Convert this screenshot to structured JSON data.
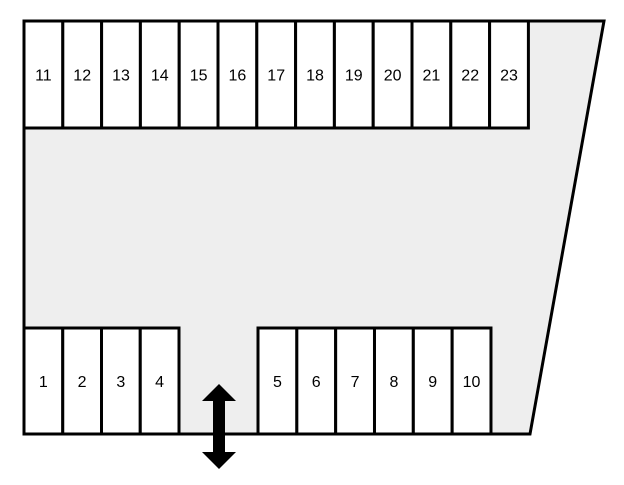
{
  "lot": {
    "fill_color": "#eeeeee",
    "line_color": "#000000",
    "space_color": "#ffffff"
  },
  "rows": {
    "top": [
      "11",
      "12",
      "13",
      "14",
      "15",
      "16",
      "17",
      "18",
      "19",
      "20",
      "21",
      "22",
      "23"
    ],
    "bottom_left": [
      "1",
      "2",
      "3",
      "4"
    ],
    "bottom_right": [
      "5",
      "6",
      "7",
      "8",
      "9",
      "10"
    ]
  },
  "entrance": {
    "icon": "double-arrow-vertical-icon"
  }
}
